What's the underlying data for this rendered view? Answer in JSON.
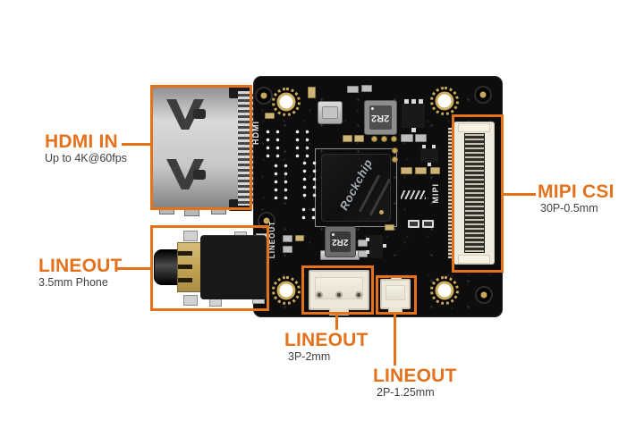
{
  "colors": {
    "accent": "#E4711C",
    "sublabel_text": "#3E3E3E",
    "board": "#0D0D0D",
    "gold": "#C8A85C",
    "connector_cream": "#EFEBDE",
    "background": "#FFFFFF"
  },
  "annotations": {
    "hdmi_in": {
      "label": "HDMI IN",
      "sub": "Up to 4K@60fps"
    },
    "lineout_phone": {
      "label": "LINEOUT",
      "sub": "3.5mm Phone"
    },
    "mipi_csi": {
      "label": "MIPI CSI",
      "sub": "30P-0.5mm"
    },
    "lineout_3p": {
      "label": "LINEOUT",
      "sub": "3P-2mm"
    },
    "lineout_2p": {
      "label": "LINEOUT",
      "sub": "2P-1.25mm"
    }
  },
  "board": {
    "chip_brand": "Rockchip",
    "inductor_top": "2R2",
    "inductor_bottom": "2R2",
    "silkscreen": {
      "hdmi": "HDMI",
      "mipi": "MIPI",
      "lineout": "LINEOUT"
    }
  }
}
